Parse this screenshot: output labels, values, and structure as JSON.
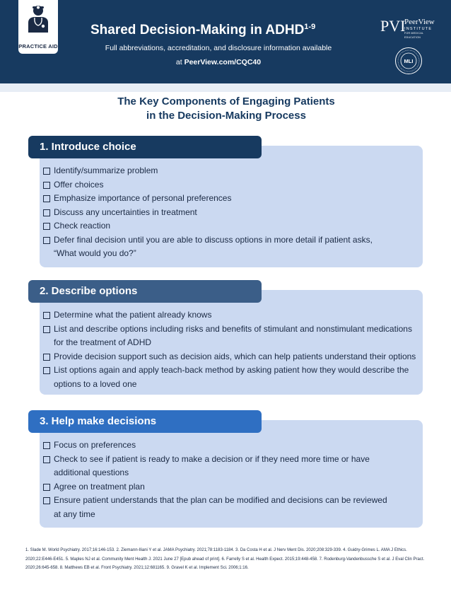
{
  "header": {
    "badge_label": "PRACTICE AID",
    "title": "Shared Decision-Making in ADHD",
    "title_superscript": "1-9",
    "subtitle_line1": "Full abbreviations, accreditation, and disclosure information available",
    "subtitle_line2_prefix": "at ",
    "subtitle_link": "PeerView.com/CQC40",
    "logo_mark": "PVI",
    "logo_name": "PeerView",
    "logo_institute": "INSTITUTE",
    "logo_tagline": "FOR MEDICAL EDUCATION",
    "seal_label": "MLI"
  },
  "main_heading": {
    "line1": "The Key Components of Engaging Patients",
    "line2": "in the Decision-Making Process"
  },
  "sections": [
    {
      "title": "1. Introduce choice",
      "items": [
        "Identify/summarize problem",
        "Offer choices",
        "Emphasize importance of personal preferences",
        "Discuss any uncertainties in treatment",
        "Check reaction",
        "Defer final decision until you are able to discuss options in more detail if patient asks,",
        "“What would you do?”"
      ]
    },
    {
      "title": "2. Describe options",
      "items": [
        "Determine what the patient already knows",
        "List and describe options including risks and benefits of stimulant and nonstimulant medications",
        "for the treatment of ADHD",
        "Provide decision support such as decision aids, which can help patients understand their options",
        "List options again and apply teach-back method by asking patient how they would describe the",
        "options to a loved one"
      ]
    },
    {
      "title": "3. Help make decisions",
      "items": [
        "Focus on preferences",
        "Check to see if patient is ready to make a decision or if they need more time or have",
        "additional questions",
        "Agree on treatment plan",
        "Ensure patient understands that the plan can be modified and decisions can be reviewed",
        "at any time"
      ]
    }
  ],
  "references": {
    "line1": "1. Slade M. World Psychiatry. 2017;16:146-153. 2. Ziemann-Iliani Y et al. JAMA Psychiatry. 2021;78:1183-1184. 3. Da Costa H et al. J Nerv Ment Dis. 2020;208:329-339. 4. Guidry-Grimes L. AMA J Ethics.",
    "line2": "2020;22:E446-E451. 5. Maples NJ et al. Community Ment Health J. 2021 June 27 [Epub ahead of print]. 6. Farrelly S et al. Health Expect. 2015;19:448-458. 7. Rodenburg-Vandenbussche S et al. J Eval Clin Pract.",
    "line3": "2020;26:645-658. 8. Matthews EB et al. Front Psychiatry. 2021;12:681165. 9. Gravel K et al. Implement Sci. 2006;1:16."
  },
  "colors": {
    "header_bg": "#173a60",
    "panel_bg": "#cbd9f1",
    "pill_1": "#173a60",
    "pill_2": "#3b5e88",
    "pill_3": "#2f6fc2"
  }
}
